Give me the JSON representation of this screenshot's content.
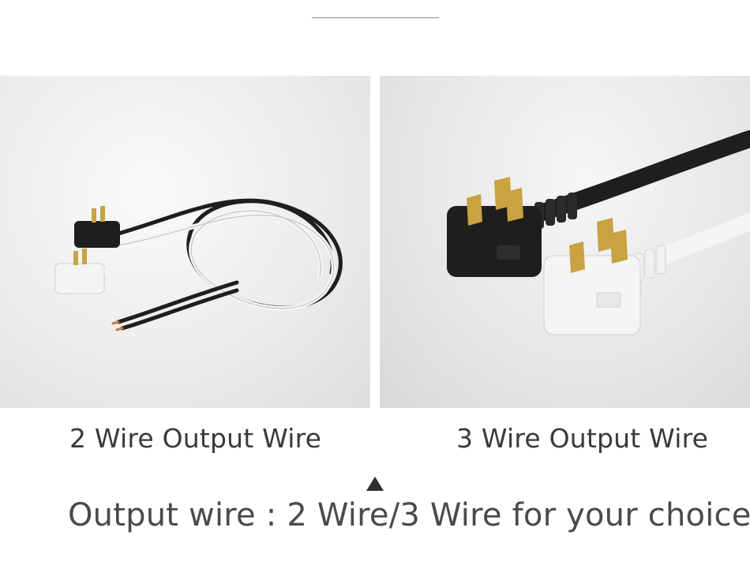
{
  "captions": {
    "left": "2 Wire Output Wire",
    "right": "3 Wire Output Wire"
  },
  "headline": "Output wire : 2 Wire/3 Wire for your choice",
  "colors": {
    "text": "#3a3a3a",
    "rule": "#8a8a8a",
    "plug_black": "#1e1e1e",
    "plug_white": "#f2f2f2",
    "brass": "#c9a241"
  }
}
